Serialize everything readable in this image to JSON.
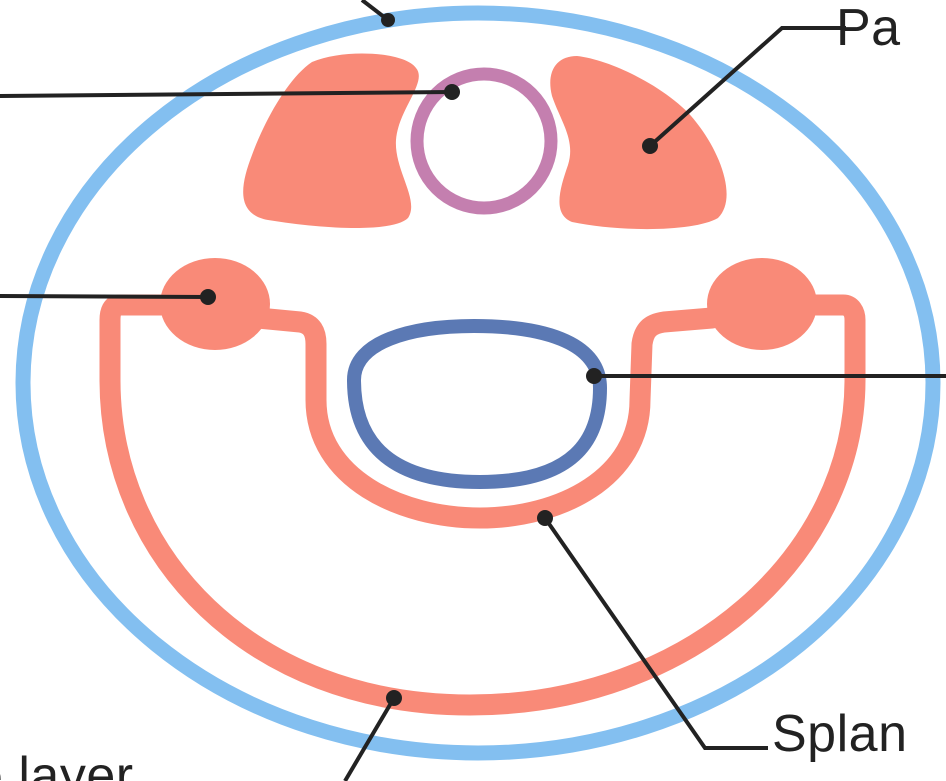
{
  "labels": {
    "top_right": "Pa",
    "bottom_right": "Splan",
    "bottom_left": "e layer"
  },
  "colors": {
    "outer_ring": "#83bff0",
    "mesoderm": "#f98a78",
    "neural_tube": "#c47faf",
    "gut": "#5b79b4",
    "leader": "#222222"
  }
}
